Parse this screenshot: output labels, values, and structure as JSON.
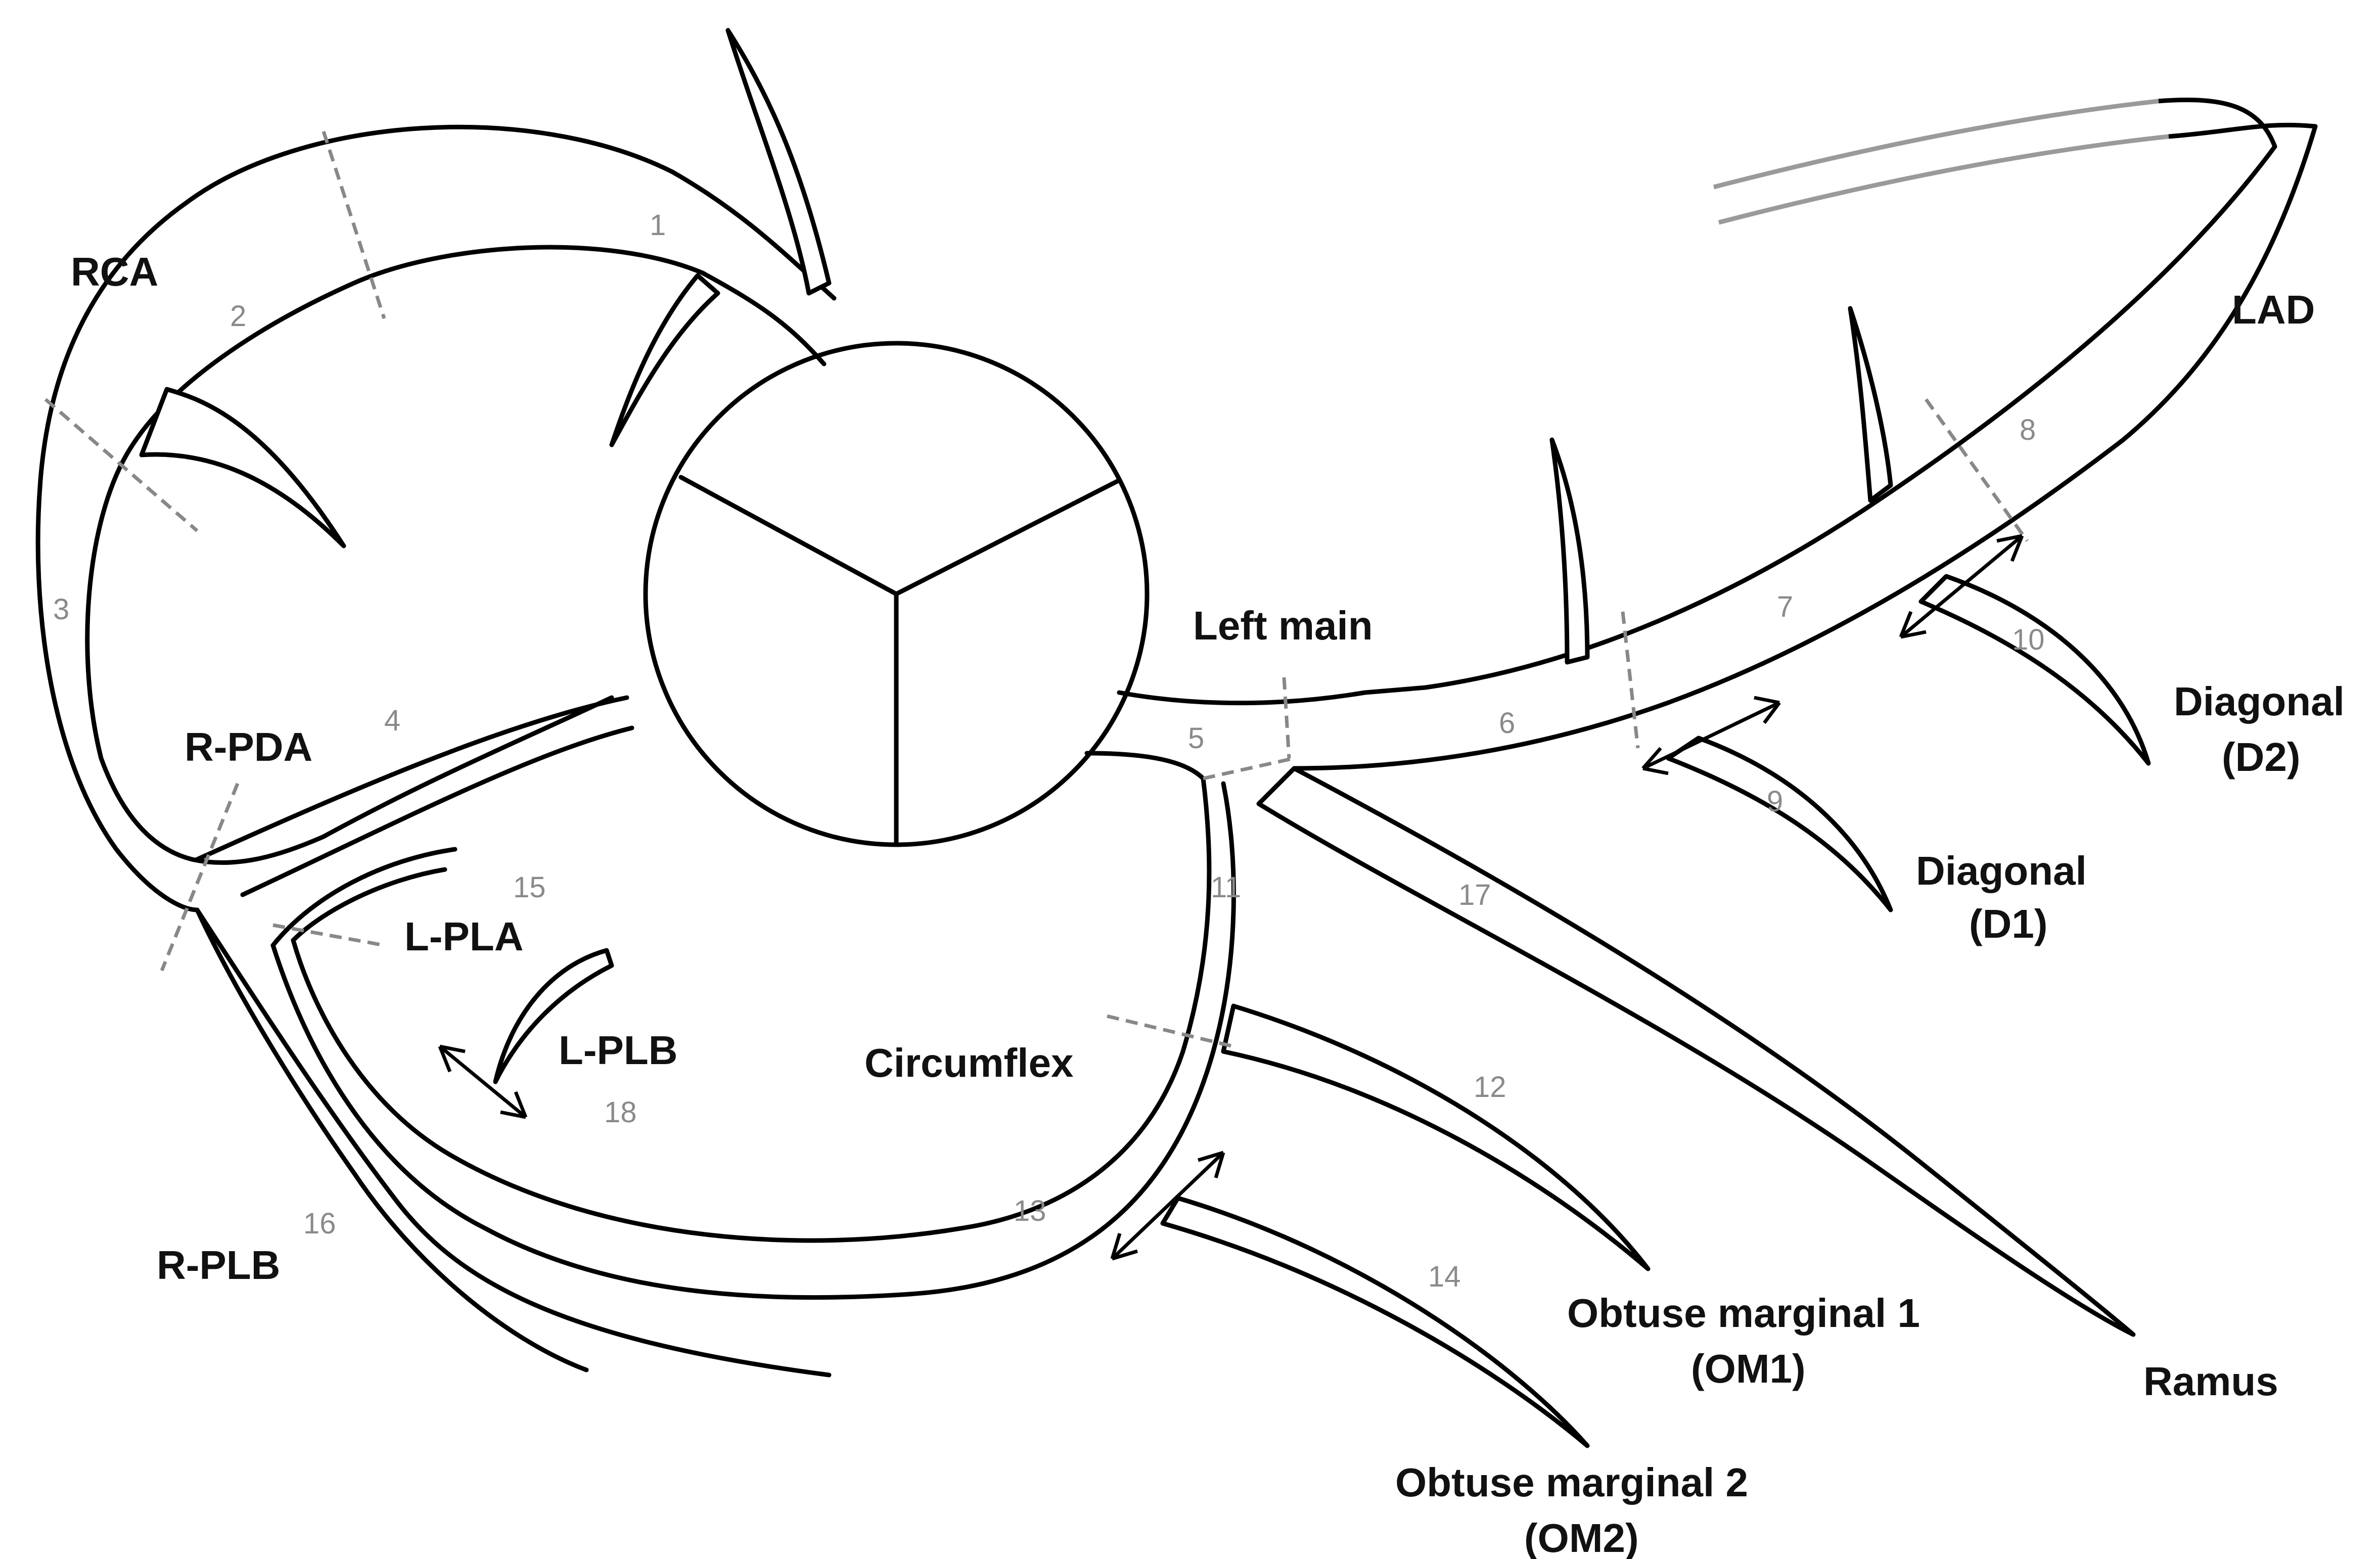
{
  "diagram": {
    "labels": {
      "rca": "RCA",
      "lad": "LAD",
      "left_main": "Left main",
      "r_pda": "R-PDA",
      "l_pla": "L-PLA",
      "l_plb": "L-PLB",
      "circumflex": "Circumflex",
      "r_plb": "R-PLB",
      "diagonal_d2_line1": "Diagonal",
      "diagonal_d2_line2": "(D2)",
      "diagonal_d1_line1": "Diagonal",
      "diagonal_d1_line2": "(D1)",
      "om1_line1": "Obtuse marginal 1",
      "om1_line2": "(OM1)",
      "om2_line1": "Obtuse marginal 2",
      "om2_line2": "(OM2)",
      "ramus": "Ramus"
    },
    "segments": [
      "1",
      "2",
      "3",
      "4",
      "5",
      "6",
      "7",
      "8",
      "9",
      "10",
      "11",
      "12",
      "13",
      "14",
      "15",
      "16",
      "17",
      "18"
    ],
    "colors": {
      "vessel_stroke": "#000000",
      "segment_number": "#8a8a8a",
      "segment_divider": "#888888",
      "distal_lad": "#9a9a9a"
    }
  }
}
